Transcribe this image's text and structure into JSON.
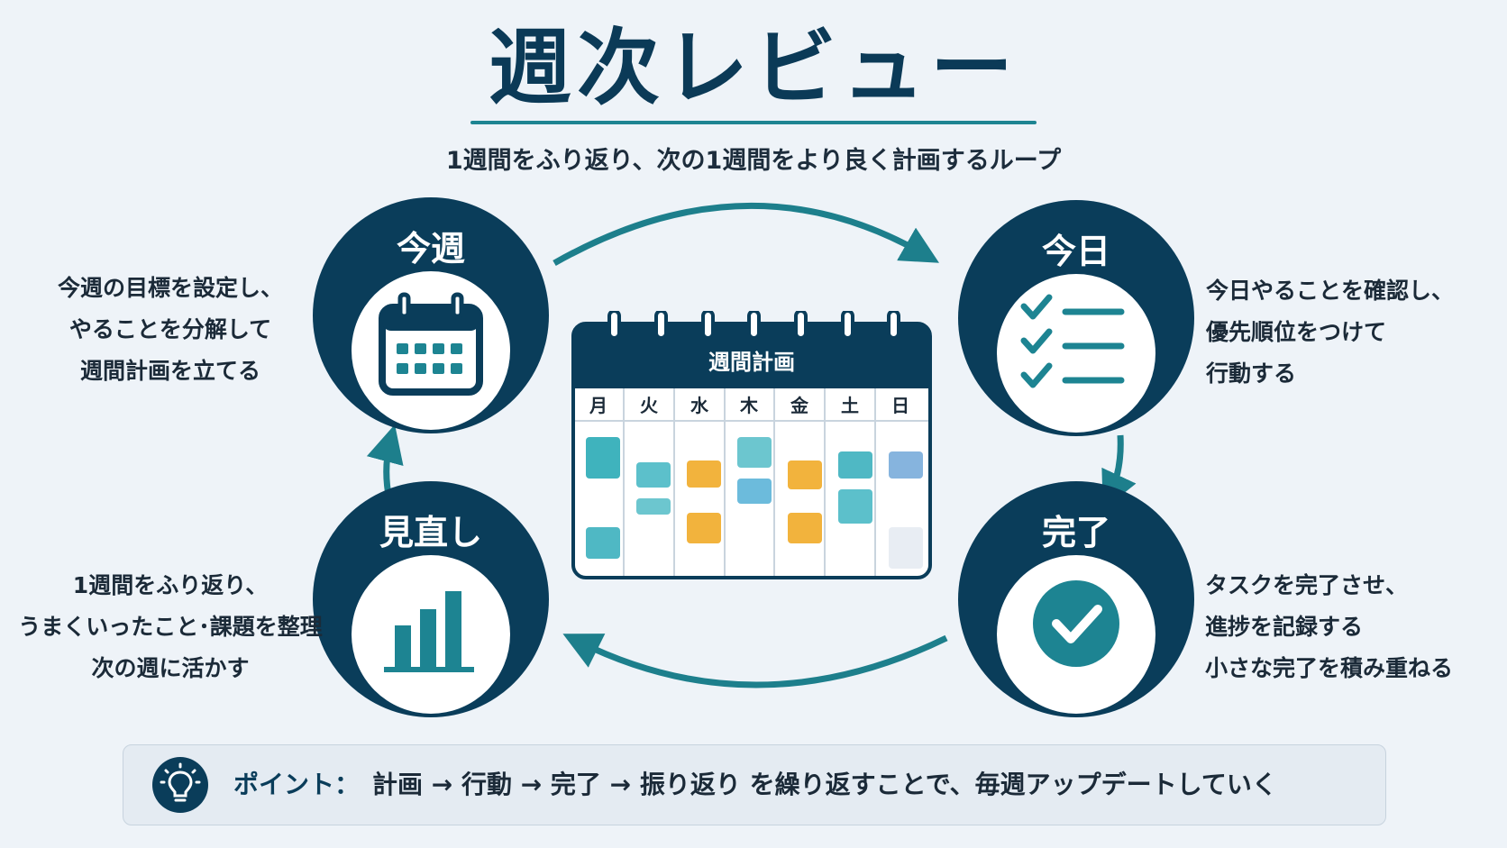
{
  "title": "週次レビュー",
  "subtitle": "1週間をふり返り、次の1週間をより良く計画するループ",
  "nodes": {
    "this_week": {
      "label": "今週",
      "icon": "calendar-icon",
      "desc": [
        "今週の目標を設定し、",
        "やることを分解して",
        "週間計画を立てる"
      ]
    },
    "today": {
      "label": "今日",
      "icon": "checklist-icon",
      "desc": [
        "今日やることを確認し、",
        "優先順位をつけて",
        "行動する"
      ]
    },
    "done": {
      "label": "完了",
      "icon": "check-circle-icon",
      "desc": [
        "タスクを完了させ、",
        "進捗を記録する",
        "小さな完了を積み重ねる"
      ]
    },
    "review": {
      "label": "見直し",
      "icon": "bar-chart-icon",
      "desc": [
        "1週間をふり返り、",
        "うまくいったこと･課題を整理",
        "次の週に活かす"
      ]
    }
  },
  "calendar": {
    "title": "週間計画",
    "days": [
      "月",
      "火",
      "水",
      "木",
      "金",
      "土",
      "日"
    ]
  },
  "point": {
    "lead": "ポイント：",
    "text": "計画 → 行動 → 完了 → 振り返り を繰り返すことで、毎週アップデートしていく",
    "icon": "lightbulb-icon"
  },
  "colors": {
    "navy": "#0a3d5a",
    "teal": "#1d8492",
    "teal_light": "#4fb8c4",
    "orange": "#f2b33d",
    "blue_light": "#86b4de"
  }
}
